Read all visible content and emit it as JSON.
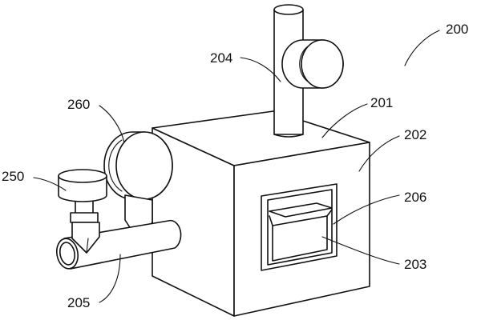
{
  "diagram": {
    "labels": {
      "assembly": "200",
      "top_face": "201",
      "front_face": "202",
      "drawer": "203",
      "vertical_pipe": "204",
      "horizontal_pipe": "205",
      "window_frame": "206",
      "small_valve": "250",
      "large_valve": "260"
    }
  }
}
